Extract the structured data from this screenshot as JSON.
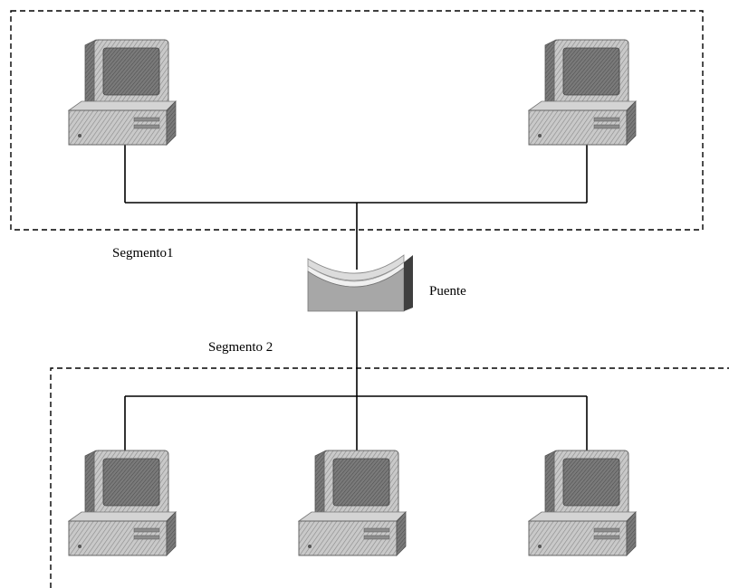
{
  "diagram": {
    "segment1_label": "Segmento1",
    "segment2_label": "Segmento 2",
    "bridge_label": "Puente"
  },
  "colors": {
    "line": "#000000",
    "monitor_body": "#b8b8b8",
    "screen": "#6e6e6e",
    "case_body": "#c4c4c4",
    "bridge_top": "#d8d8d8",
    "bridge_front": "#a9a9a9",
    "bridge_side": "#4a4a4a"
  },
  "icons": {
    "computer": "desktop-computer-icon",
    "bridge": "network-bridge-icon"
  }
}
